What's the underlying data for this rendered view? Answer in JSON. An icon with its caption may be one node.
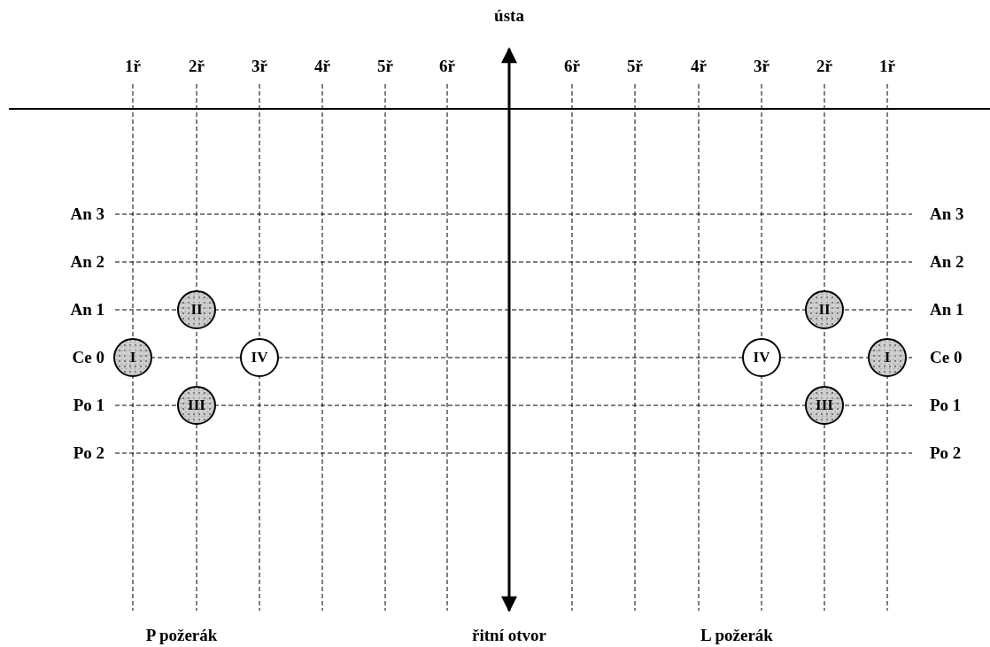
{
  "diagram": {
    "nodes": [
      {
        "text": [
          "II"
        ]
      },
      {
        "text": [
          "II"
        ]
      },
      {
        "text": [
          "I"
        ]
      },
      {
        "text": [
          "IV"
        ]
      },
      {
        "text": [
          "IV"
        ]
      },
      {
        "text": [
          "I"
        ]
      },
      {
        "text": [
          "III"
        ]
      },
      {
        "text": [
          "III"
        ]
      }
    ],
    "labels": [
      "ústa",
      "1ř",
      "2ř",
      "3ř",
      "4ř",
      "5ř",
      "6ř",
      "6ř",
      "5ř",
      "4ř",
      "3ř",
      "2ř",
      "1ř",
      "An 3",
      "An 3",
      "An 2",
      "An 2",
      "An 1",
      "An 1",
      "Ce 0",
      "Ce 0",
      "Po 1",
      "Po 1",
      "Po 2",
      "Po 2",
      "P požerák",
      "řitní otvor",
      "L požerák"
    ]
  }
}
